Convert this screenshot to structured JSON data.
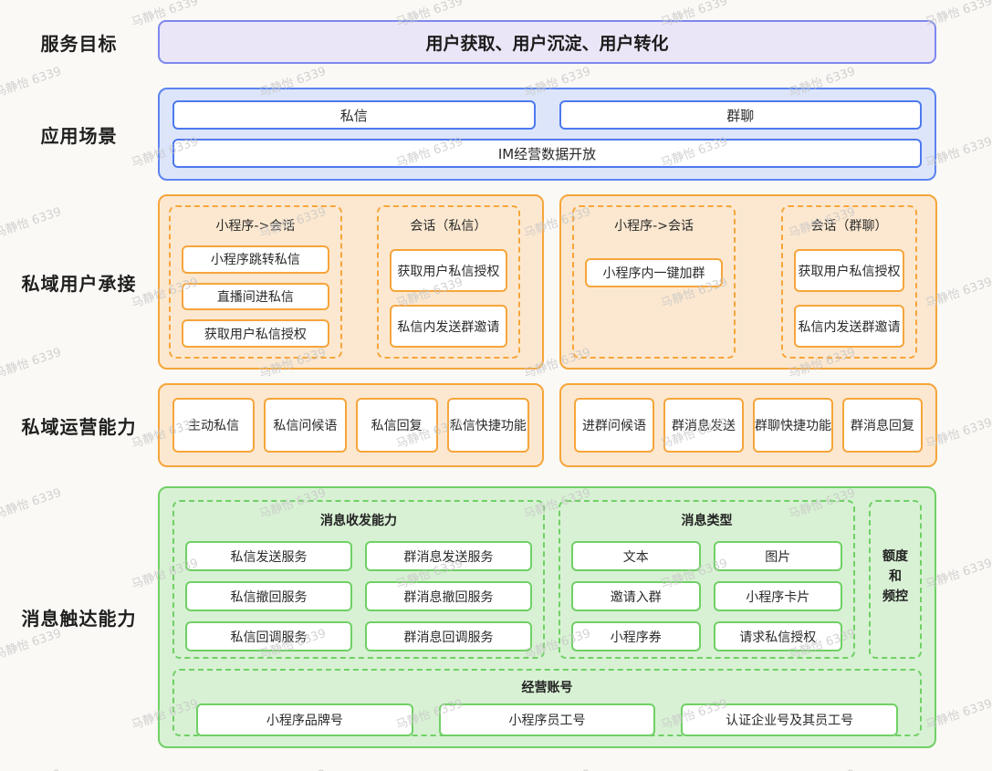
{
  "watermark": {
    "text": "马静怡 6339"
  },
  "colors": {
    "purple_fill": "#ebe6f7",
    "purple_border": "#7d88ef",
    "blue_fill": "#dce5fa",
    "blue_border": "#5c84f1",
    "orange_fill": "#fce8d0",
    "orange_border": "#f6a53b",
    "green_fill": "#d8f1d4",
    "green_border": "#70d065"
  },
  "labels": {
    "service_goal": "服务目标",
    "application_scene": "应用场景",
    "private_user_intake": "私域用户承接",
    "private_ops_capability": "私域运营能力",
    "message_reach_capability": "消息触达能力"
  },
  "service_goal": {
    "title": "用户获取、用户沉淀、用户转化"
  },
  "scene": {
    "items": [
      "私信",
      "群聊"
    ],
    "bottom": "IM经营数据开放"
  },
  "intake": {
    "left": {
      "group1": {
        "title": "小程序->会话",
        "items": [
          "小程序跳转私信",
          "直播间进私信",
          "获取用户私信授权"
        ]
      },
      "group2": {
        "title": "会话（私信）",
        "items": [
          "获取用户私信授权",
          "私信内发送群邀请"
        ]
      }
    },
    "right": {
      "group1": {
        "title": "小程序->会话",
        "items": [
          "小程序内一键加群"
        ]
      },
      "group2": {
        "title": "会话（群聊）",
        "items": [
          "获取用户私信授权",
          "私信内发送群邀请"
        ]
      }
    }
  },
  "ops": {
    "left": [
      "主动私信",
      "私信问候语",
      "私信回复",
      "私信快捷功能"
    ],
    "right": [
      "进群问候语",
      "群消息发送",
      "群聊快捷功能",
      "群消息回复"
    ]
  },
  "reach": {
    "send_recv": {
      "title": "消息收发能力",
      "left": [
        "私信发送服务",
        "私信撤回服务",
        "私信回调服务"
      ],
      "right": [
        "群消息发送服务",
        "群消息撤回服务",
        "群消息回调服务"
      ]
    },
    "msg_types": {
      "title": "消息类型",
      "left": [
        "文本",
        "邀请入群",
        "小程序券"
      ],
      "right": [
        "图片",
        "小程序卡片",
        "请求私信授权"
      ]
    },
    "quota": {
      "lines": [
        "额度",
        "和",
        "频控"
      ]
    },
    "accounts": {
      "title": "经营账号",
      "items": [
        "小程序品牌号",
        "小程序员工号",
        "认证企业号及其员工号"
      ]
    }
  }
}
